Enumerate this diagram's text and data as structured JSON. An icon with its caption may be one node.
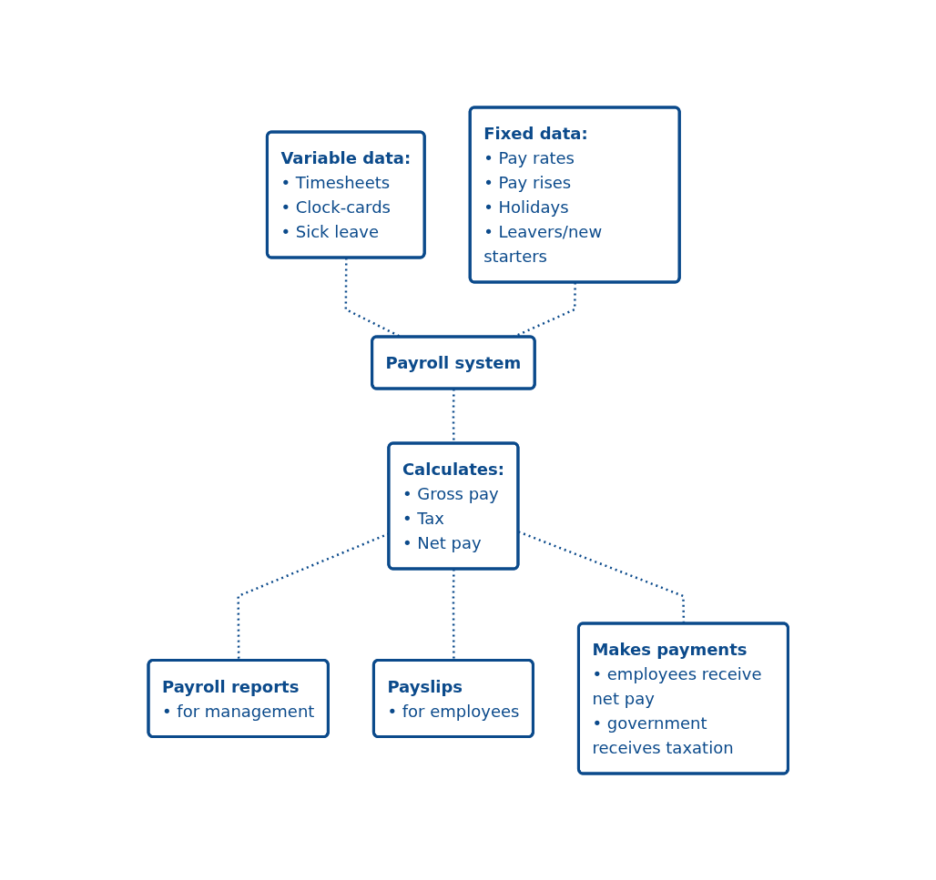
{
  "diagram": {
    "nodes": [
      {
        "text": [
          "Variable data:",
          "• Timesheets",
          "• Clock-cards",
          "• Sick leave"
        ]
      },
      {
        "text": [
          "Fixed data:",
          "• Pay rates",
          "• Pay rises",
          "• Holidays",
          "• Leavers/new starters"
        ]
      },
      {
        "text": [
          "Payroll system"
        ]
      },
      {
        "text": [
          "Calculates:",
          "• Gross pay",
          "• Tax",
          "• Net pay"
        ]
      },
      {
        "text": [
          "Payroll reports",
          "• for management"
        ]
      },
      {
        "text": [
          "Payslips",
          "• for employees"
        ]
      },
      {
        "text": [
          "Makes payments",
          "• employees receive net pay",
          "• government receives taxation"
        ]
      }
    ],
    "edges": [
      {
        "from": 0,
        "to": 2,
        "arrow": "none",
        "style": "dashed"
      },
      {
        "from": 1,
        "to": 2,
        "arrow": "none",
        "style": "dashed"
      },
      {
        "from": 2,
        "to": 3,
        "arrow": "none",
        "style": "dashed"
      },
      {
        "from": 3,
        "to": 4,
        "arrow": "none",
        "style": "dashed"
      },
      {
        "from": 3,
        "to": 5,
        "arrow": "none",
        "style": "dashed"
      },
      {
        "from": 3,
        "to": 6,
        "arrow": "none",
        "style": "dashed"
      }
    ]
  }
}
